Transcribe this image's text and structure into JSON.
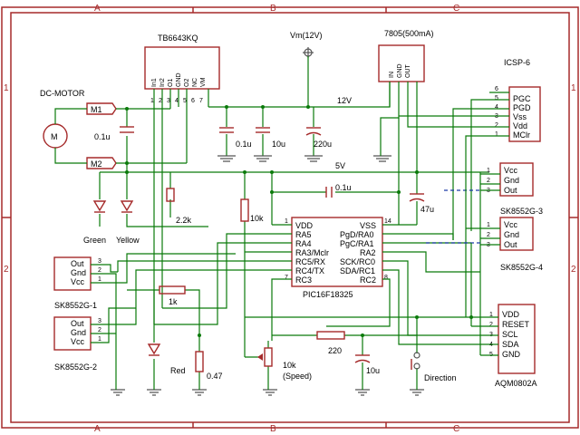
{
  "frame": {
    "columns": [
      "A",
      "B",
      "C"
    ],
    "rows": [
      "1",
      "2"
    ]
  },
  "labels": {
    "motor_driver": "TB6643KQ",
    "driver_pins": [
      "In1",
      "In2",
      "O1",
      "GND",
      "O2",
      "NC",
      "VM"
    ],
    "driver_pin_numbers": [
      "1",
      "2",
      "3",
      "4",
      "5",
      "6",
      "7"
    ],
    "motor": "DC-MOTOR",
    "motor_symbol": "M",
    "m1": "M1",
    "m2": "M2",
    "vm": "Vm(12V)",
    "regulator": "7805(500mA)",
    "reg_pins": [
      "IN",
      "GND",
      "OUT"
    ],
    "icsp": "ICSP-6",
    "icsp_pins": [
      "PGC",
      "PGD",
      "Vss",
      "Vdd",
      "MClr"
    ],
    "icsp_nums": [
      "6",
      "5",
      "4",
      "3",
      "2",
      "1"
    ],
    "net_12v": "12V",
    "net_5v": "5V",
    "c_motor": "0.1u",
    "c_vm1": "0.1u",
    "c_vm2": "10u",
    "c_vm3": "220u",
    "c_5v1": "0.1u",
    "c_5v2": "47u",
    "r_led": "2.2k",
    "r_pull": "10k",
    "led_green": "Green",
    "led_yellow": "Yellow",
    "led_red": "Red",
    "r_1k": "1k",
    "r_047": "0.47",
    "pot": "10k",
    "pot_sub": "(Speed)",
    "r_220": "220",
    "c_10u": "10u",
    "direction": "Direction",
    "mcu": "PIC16F18325",
    "mcu_left": [
      "VDD",
      "RA5",
      "RA4",
      "RA3/Mclr",
      "RC5/RX",
      "RC4/TX",
      "RC3"
    ],
    "mcu_right": [
      "VSS",
      "PgD/RA0",
      "PgC/RA1",
      "RA2",
      "SCK/RC0",
      "SDA/RC1",
      "RC2"
    ],
    "mcu_pin1": "1",
    "mcu_pin7": "7",
    "mcu_pin14": "14",
    "mcu_pin8": "8",
    "sk3": "SK8552G-3",
    "sk4": "SK8552G-4",
    "sk1": "SK8552G-1",
    "sk2": "SK8552G-2",
    "sk_right_pins": [
      "Vcc",
      "Gnd",
      "Out"
    ],
    "sk_left_pins": [
      "Out",
      "Gnd",
      "Vcc"
    ],
    "pin_nums_123": [
      "1",
      "2",
      "3"
    ],
    "pin_nums_321": [
      "3",
      "2",
      "1"
    ],
    "lcd": "AQM0802A",
    "lcd_pins": [
      "VDD",
      "RESET",
      "SCL",
      "SDA",
      "GND"
    ],
    "lcd_nums": [
      "1",
      "2",
      "3",
      "4",
      "5"
    ]
  }
}
